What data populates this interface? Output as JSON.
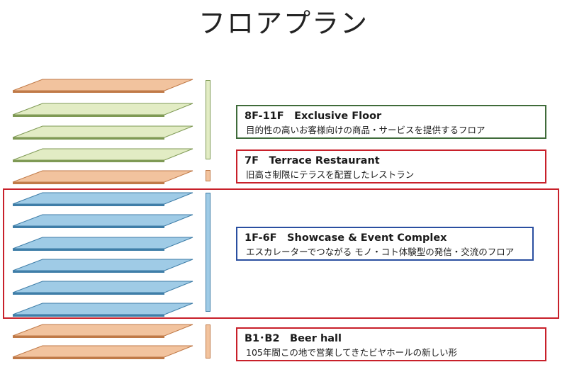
{
  "title": "フロアプラン",
  "colors": {
    "orange": "#f2c39e",
    "orange_edge": "#c07a48",
    "green": "#e2ecc4",
    "green_edge": "#7f9a55",
    "blue": "#9fcbe6",
    "blue_edge": "#3f7ea8",
    "red": "#c8202a",
    "box_green": "#3f6b3a",
    "box_blue": "#2a4fa0"
  },
  "floors": [
    {
      "color": "orange"
    },
    {
      "color": "green"
    },
    {
      "color": "green"
    },
    {
      "color": "green"
    },
    {
      "color": "orange"
    },
    {
      "color": "blue"
    },
    {
      "color": "blue"
    },
    {
      "color": "blue"
    },
    {
      "color": "blue"
    },
    {
      "color": "blue"
    },
    {
      "color": "blue"
    },
    {
      "color": "orange"
    },
    {
      "color": "orange"
    }
  ],
  "sections": {
    "exclusive": {
      "head": "8F-11F　Exclusive Floor",
      "sub": "目的性の高いお客様向けの商品・サービスを提供するフロア"
    },
    "terrace": {
      "head": "7F　Terrace Restaurant",
      "sub": "旧高さ制限にテラスを配置したレストラン"
    },
    "showcase": {
      "head": "1F-6F　Showcase & Event Complex",
      "sub": "エスカレーターでつながる モノ・コト体験型の発信・交流のフロア"
    },
    "beer": {
      "head": "B1･B2　Beer hall",
      "sub": "105年間この地で営業してきたビヤホールの新しい形"
    }
  }
}
